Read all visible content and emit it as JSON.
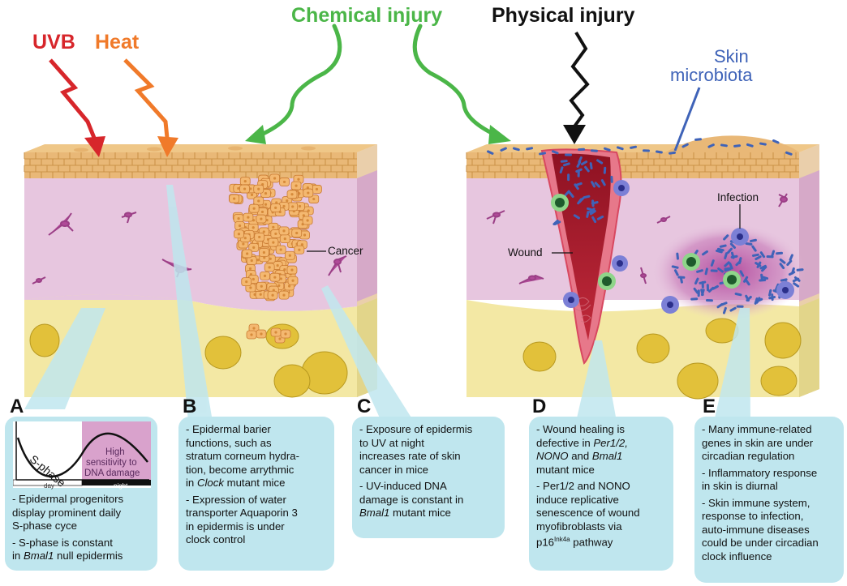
{
  "labels": {
    "uvb": "UVB",
    "heat": "Heat",
    "chemical": "Chemical injury",
    "physical": "Physical injury",
    "microbiota_1": "Skin",
    "microbiota_2": "microbiota",
    "cancer": "Cancer",
    "wound": "Wound",
    "infection": "Infection"
  },
  "colors": {
    "uvb": "#d7262b",
    "heat": "#f07a2a",
    "chemical": "#4bb648",
    "physical": "#111111",
    "microbiota": "#3f63b8",
    "box": "#bfe6ee",
    "dermis": "#e7c6df",
    "fat": "#f3e8a4",
    "epidermis": "#e9b877",
    "wound": "#b3202d"
  },
  "panels": {
    "A": {
      "letter": "A",
      "graph_label": "S-phase",
      "night_label_1": "High",
      "night_label_2": "sensitivity to",
      "night_label_3": "DNA damage",
      "day": "day",
      "night": "night",
      "line1": "- Epidermal progenitors",
      "line2": "display prominent daily",
      "line3": "S-phase cyce",
      "line4": "- S-phase is constant",
      "line5_pre": "in ",
      "line5_em": "Bmal1",
      "line5_post": " null epidermis"
    },
    "B": {
      "letter": "B",
      "line1": "- Epidermal barier",
      "line2": "functions, such as",
      "line3": "stratum corneum hydra-",
      "line4": "tion, become arrythmic",
      "line5_pre": "in ",
      "line5_em": "Clock",
      "line5_post": " mutant mice",
      "line6": "- Expression of water",
      "line7": "transporter Aquaporin 3",
      "line8": "in epidermis is under",
      "line9": "clock control"
    },
    "C": {
      "letter": "C",
      "line1": "- Exposure of epidermis",
      "line2": "to UV at night",
      "line3": "increases rate of skin",
      "line4": "cancer in mice",
      "line5": "- UV-induced DNA",
      "line6": "damage is constant in",
      "line7_em": "Bmal1",
      "line7_post": " mutant mice"
    },
    "D": {
      "letter": "D",
      "line1": "- Wound healing is",
      "line2_pre": "defective in ",
      "line2_em": "Per1/2,",
      "line3_em1": "NONO",
      "line3_mid": " and ",
      "line3_em2": "Bmal1",
      "line4": "mutant mice",
      "line5": "- Per1/2 and NONO",
      "line6": "induce replicative",
      "line7": "senescence of wound",
      "line8": "myofibroblasts via",
      "line9_pre": "p16",
      "line9_sup": "Ink4a",
      "line9_post": " pathway"
    },
    "E": {
      "letter": "E",
      "line1": "- Many immune-related",
      "line2": "genes in skin are under",
      "line3": "circadian regulation",
      "line4": "- Inflammatory response",
      "line5": "in skin is diurnal",
      "line6": "- Skin immune system,",
      "line7": "response to infection,",
      "line8": "auto-immune diseases",
      "line9": "could be under circadian",
      "line10": "clock influence"
    }
  }
}
